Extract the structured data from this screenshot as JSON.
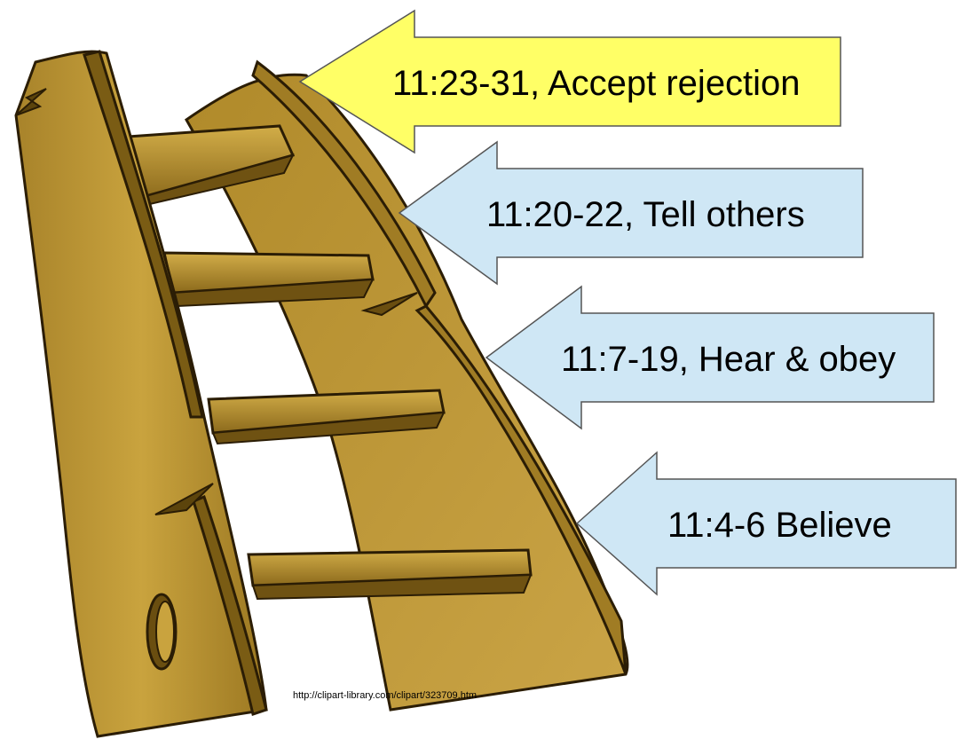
{
  "steps": [
    {
      "label": "11:23-31, Accept rejection",
      "fill": "#ffff66",
      "highlight": true
    },
    {
      "label": "11:20-22, Tell others",
      "fill": "#cfe7f5",
      "highlight": false
    },
    {
      "label": "11:7-19, Hear & obey",
      "fill": "#cfe7f5",
      "highlight": false
    },
    {
      "label": "11:4-6 Believe",
      "fill": "#cfe7f5",
      "highlight": false
    }
  ],
  "credit": "http://clipart-library.com/clipart/323709.htm",
  "colors": {
    "wood_light": "#c9a33e",
    "wood_mid": "#b08a2a",
    "wood_dark": "#7a5c14",
    "outline": "#2b1d05",
    "arrow_stroke": "#555555"
  },
  "icons": {
    "ladder": "wooden-stepladder-illustration"
  }
}
